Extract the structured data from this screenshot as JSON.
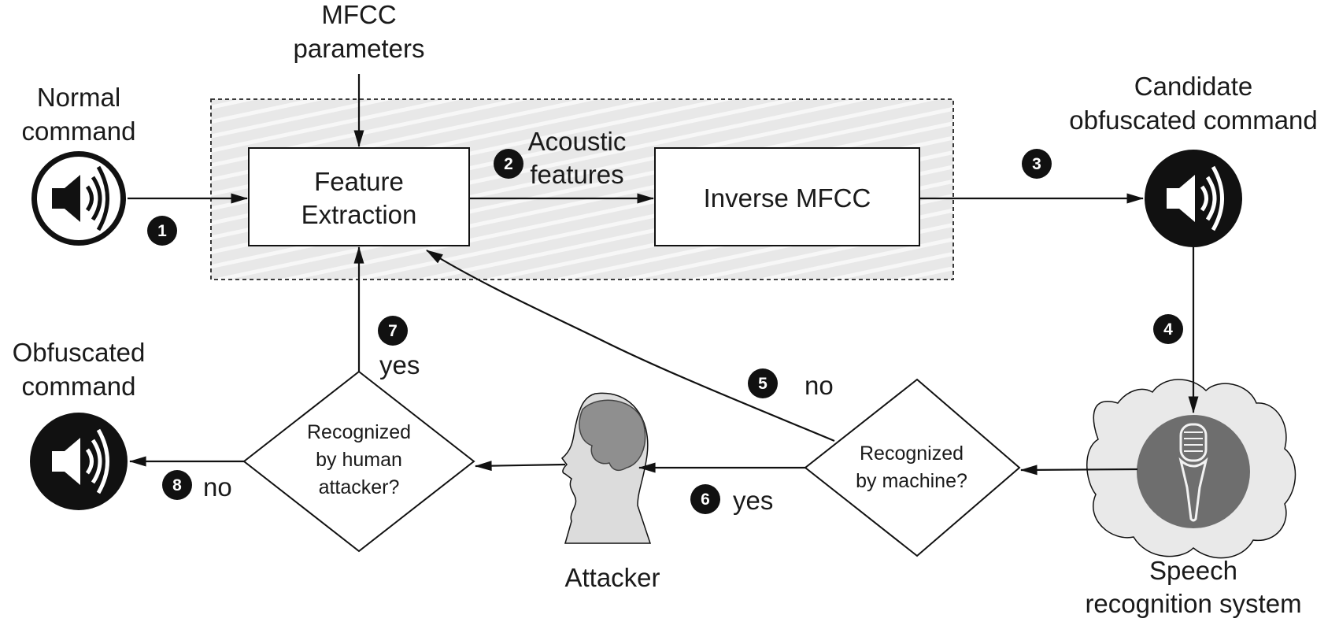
{
  "labels": {
    "mfcc_params": [
      "MFCC",
      "parameters"
    ],
    "normal_command": [
      "Normal",
      "command"
    ],
    "candidate": [
      "Candidate",
      "obfuscated command"
    ],
    "obfuscated": [
      "Obfuscated",
      "command"
    ],
    "acoustic": [
      "Acoustic",
      "features"
    ],
    "speech_system": [
      "Speech",
      "recognition system"
    ],
    "attacker": "Attacker"
  },
  "boxes": {
    "feature_extraction": [
      "Feature",
      "Extraction"
    ],
    "inverse_mfcc": "Inverse MFCC"
  },
  "decisions": {
    "machine": [
      "Recognized",
      "by machine?"
    ],
    "human": [
      "Recognized",
      "by human",
      "attacker?"
    ]
  },
  "steps": [
    "1",
    "2",
    "3",
    "4",
    "5",
    "6",
    "7",
    "8"
  ],
  "edge_labels": {
    "no_machine": "no",
    "yes_machine": "yes",
    "yes_human": "yes",
    "no_human": "no"
  },
  "icons": {
    "speaker": "speaker-icon",
    "microphone": "microphone-icon",
    "head": "human-head-icon"
  },
  "colors": {
    "stroke": "#111111",
    "step_fill": "#111111",
    "region_fill": "#ececec",
    "cloud_fill": "#e9e9e9",
    "mic_circle": "#6e6e6e",
    "head_fill": "#dcdcdc",
    "brain_fill": "#8f8f8f"
  }
}
